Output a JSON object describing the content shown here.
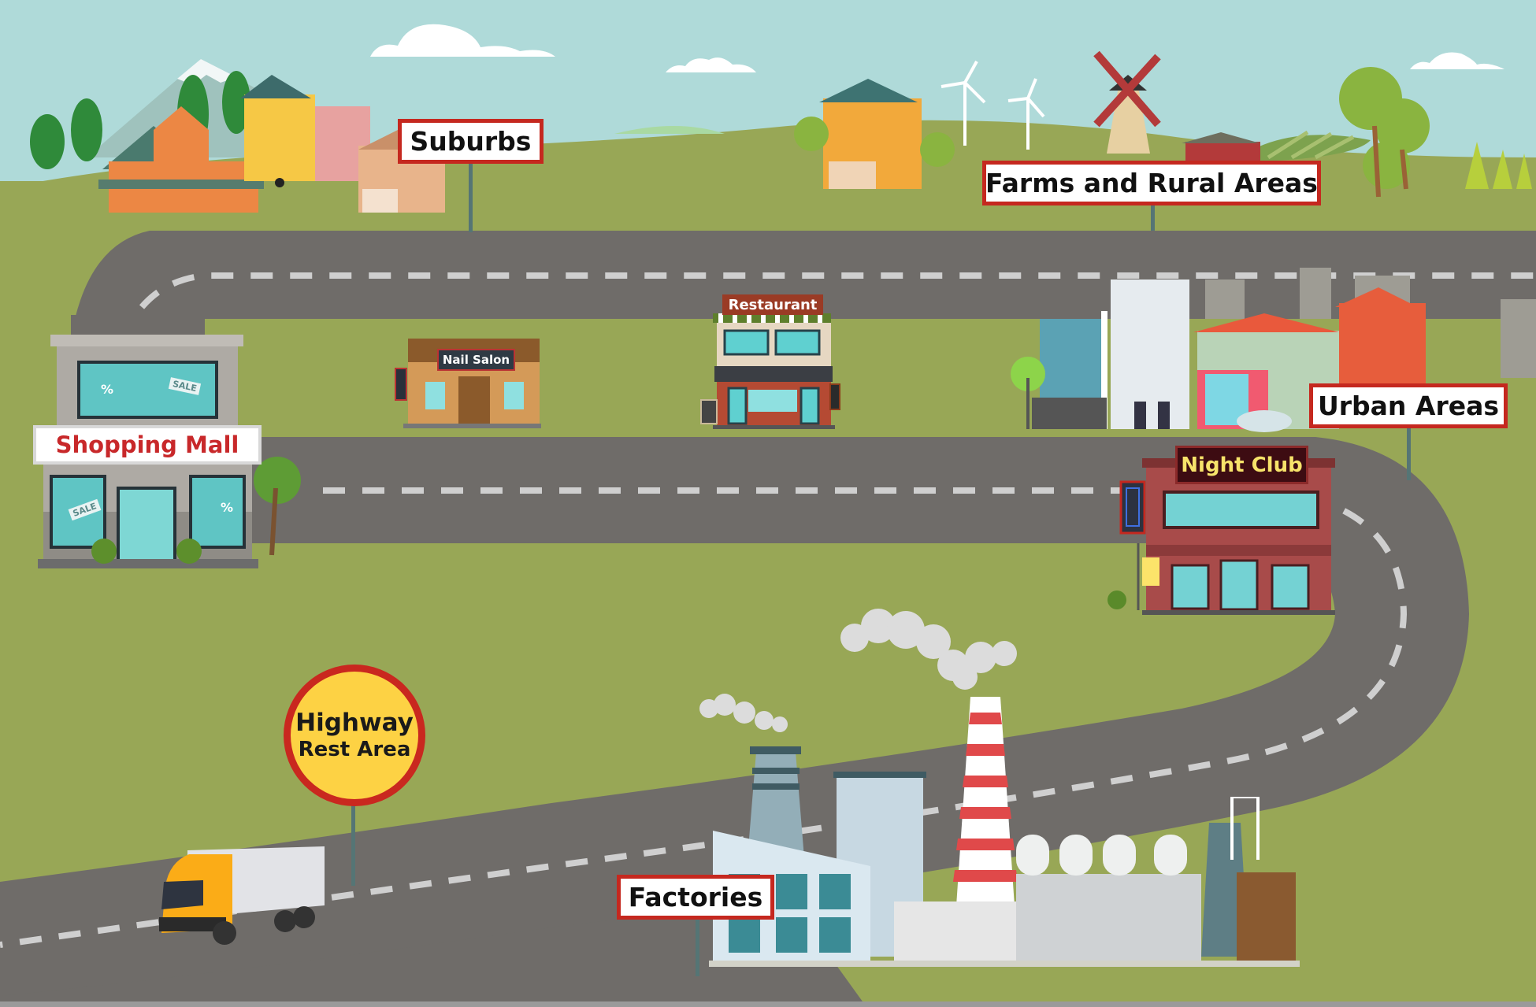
{
  "scene": {
    "title": "Illustrated map of location types along a road",
    "colors": {
      "sky": "#afdad9",
      "grass": "#98a756",
      "road": "#6f6c69",
      "road_dash": "#cfcfcf",
      "sign_border": "#c5281f",
      "sign_text": "#111111",
      "rest_sign_fill": "#fdd244",
      "night_club_text": "#f7e36a"
    }
  },
  "signs": {
    "suburbs": "Suburbs",
    "farms": "Farms and Rural Areas",
    "urban": "Urban Areas",
    "factories": "Factories",
    "rest_area_line1": "Highway",
    "rest_area_line2": "Rest Area"
  },
  "buildings": {
    "shopping_mall": "Shopping Mall",
    "nail_salon": "Nail Salon",
    "restaurant": "Restaurant",
    "night_club": "Night Club"
  },
  "decor_text": {
    "sale": "SALE",
    "percent": "%"
  }
}
